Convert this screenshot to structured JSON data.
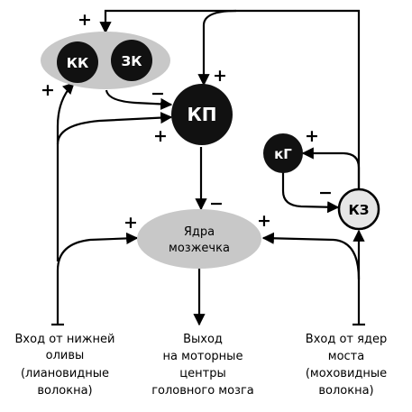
{
  "nodes": {
    "kk": "КК",
    "zk": "ЗК",
    "kp": "КП",
    "kg": "кГ",
    "kz": "КЗ",
    "nuclei_line1": "Ядра",
    "nuclei_line2": "мозжечка"
  },
  "signs": {
    "plus": "+",
    "minus": "−"
  },
  "captions": {
    "olive": [
      "Вход от нижней",
      "оливы",
      "(лиановидные",
      "волокна)"
    ],
    "output": [
      "Выход",
      "на моторные",
      "центры",
      "головного мозга"
    ],
    "pons": [
      "Вход от ядер",
      "моста",
      "(моховидные",
      "волокна)"
    ]
  },
  "colors": {
    "black_node": "#111111",
    "gray_node": "#c8c8c8",
    "light_node": "#e6e6e6",
    "line": "#000000"
  }
}
